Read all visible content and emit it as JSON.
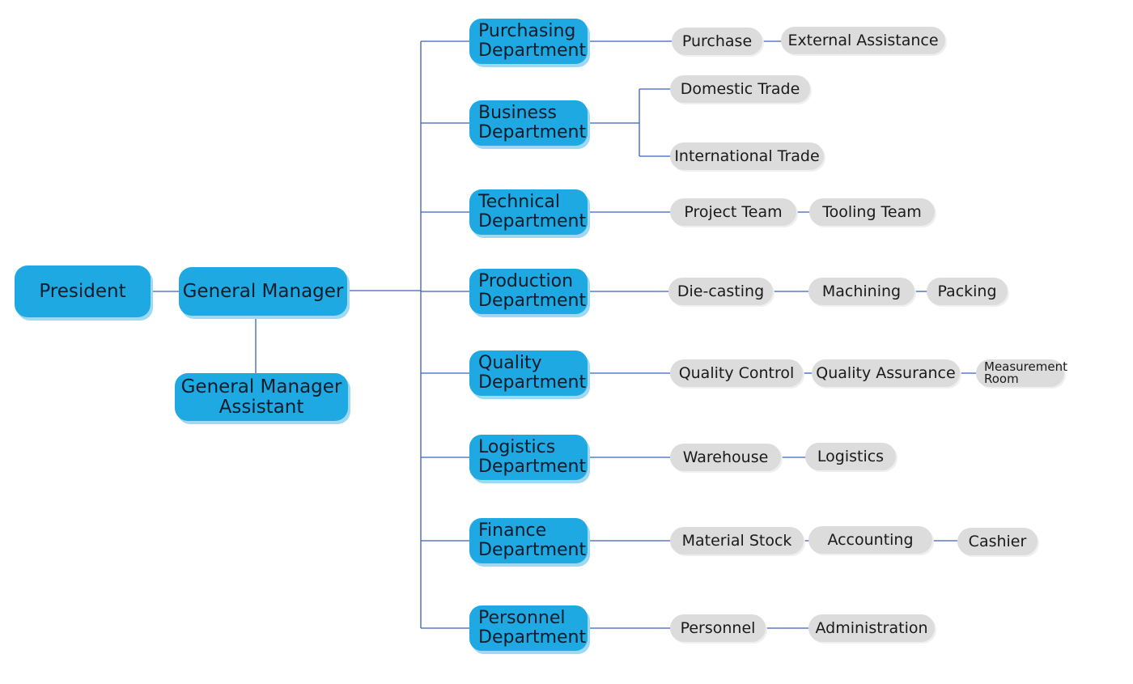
{
  "president": "President",
  "general_manager": "General Manager",
  "gm_assistant": "General Manager\nAssistant",
  "departments": [
    {
      "name": "Purchasing\nDepartment",
      "units": [
        "Purchase",
        "External Assistance"
      ]
    },
    {
      "name": "Business\nDepartment",
      "units": [
        "Domestic Trade",
        "International Trade"
      ]
    },
    {
      "name": "Technical\nDepartment",
      "units": [
        "Project Team",
        "Tooling Team"
      ]
    },
    {
      "name": "Production\nDepartment",
      "units": [
        "Die-casting",
        "Machining",
        "Packing"
      ]
    },
    {
      "name": "Quality\nDepartment",
      "units": [
        "Quality Control",
        "Quality Assurance",
        "Measurement\nRoom"
      ]
    },
    {
      "name": "Logistics\nDepartment",
      "units": [
        "Warehouse",
        "Logistics"
      ]
    },
    {
      "name": "Finance\nDepartment",
      "units": [
        "Material Stock",
        "Accounting",
        "Cashier"
      ]
    },
    {
      "name": "Personnel\nDepartment",
      "units": [
        "Personnel",
        "Administration"
      ]
    }
  ],
  "colors": {
    "node_blue": "#1ea9e3",
    "unit_gray": "#dcdcdc",
    "line_blue": "#3a5fbf"
  }
}
